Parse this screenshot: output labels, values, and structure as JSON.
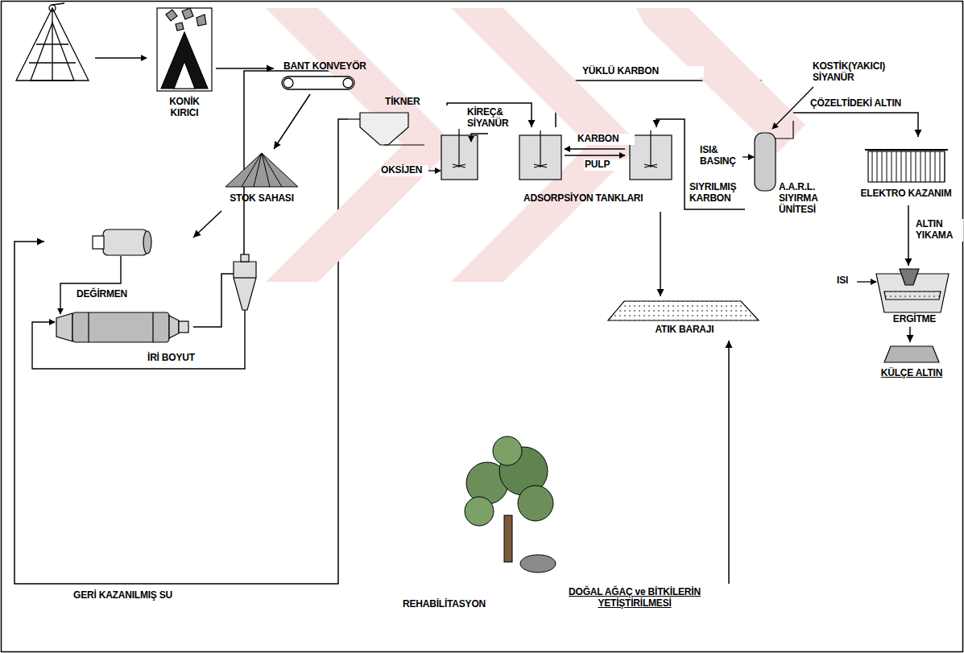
{
  "diagram": {
    "nodes": [
      {
        "text": [
          "KONİK KIRICI"
        ]
      },
      {
        "text": [
          "BANT KONVEYÖR"
        ]
      },
      {
        "text": [
          "STOK SAHASI"
        ]
      },
      {
        "text": [
          "DEĞİRMEN"
        ]
      },
      {
        "text": [
          "TİKNER"
        ]
      },
      {
        "text": [
          "KİREÇ& SİYANÜR"
        ]
      },
      {
        "text": [
          "ADSORPSİYON TANKLARI"
        ]
      },
      {
        "text": [
          "A.A.R.L. SIYIRMA ÜNİTESİ"
        ]
      },
      {
        "text": [
          "ELEKTRO KAZANIM"
        ]
      },
      {
        "text": [
          "ERGİTME"
        ]
      },
      {
        "text": [
          "KÜLÇE ALTIN"
        ]
      },
      {
        "text": [
          "ATIK BARAJI"
        ]
      },
      {
        "text": [
          "REHABİLİTASYON",
          "DOĞAL AĞAÇ ve BİTKİLERİN YETİŞTİRİLMESİ"
        ]
      }
    ],
    "edges": [
      {
        "from": 0,
        "to": 1,
        "arrow": "to"
      },
      {
        "from": 1,
        "to": 2,
        "arrow": "to"
      },
      {
        "from": 2,
        "to": 3,
        "arrow": "to"
      },
      {
        "from": 3,
        "to": 4,
        "arrow": "to"
      },
      {
        "from": 4,
        "to": 3,
        "label": "GERİ KAZANILMIŞ SU",
        "arrow": "to"
      },
      {
        "from": 4,
        "to": 5,
        "arrow": "to"
      },
      {
        "from": 5,
        "to": 6,
        "arrow": "to"
      },
      {
        "from": 6,
        "to": 7,
        "label": "YÜKLÜ KARBON",
        "arrow": "to"
      },
      {
        "from": 7,
        "to": 6,
        "label": "SIYRILMIŞ KARBON",
        "arrow": "to"
      },
      {
        "from": 7,
        "to": 8,
        "label": "ÇÖZELTİDEKİ ALTIN",
        "arrow": "to"
      },
      {
        "from": 8,
        "to": 9,
        "label": "ALTIN YIKAMA",
        "arrow": "to"
      },
      {
        "from": 9,
        "to": 10,
        "arrow": "to"
      },
      {
        "from": 6,
        "to": 11,
        "arrow": "to"
      },
      {
        "from": 12,
        "to": 11,
        "arrow": "to"
      }
    ],
    "labels": [
      "İRİ BOYUT",
      "OKSİJEN",
      "KARBON",
      "PULP",
      "KOSTİK(YAKICI) SİYANÜR",
      "ISI& BASINÇ",
      "ISI"
    ]
  }
}
